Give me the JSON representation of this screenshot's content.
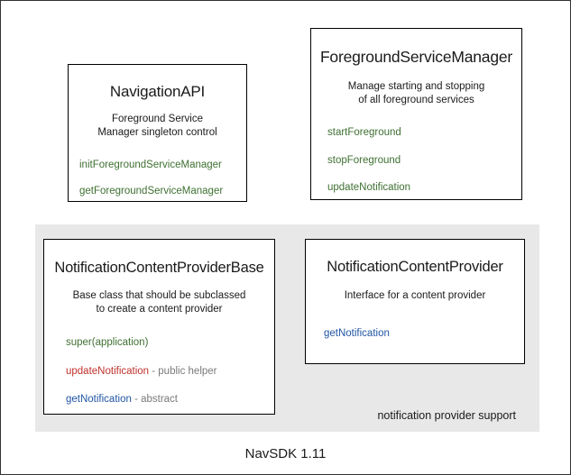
{
  "diagram": {
    "caption": "NavSDK 1.11",
    "boxes": {
      "navigation_api": {
        "title": "NavigationAPI",
        "description_line1": "Foreground Service",
        "description_line2": "Manager singleton control",
        "methods": [
          {
            "name": "initForegroundServiceManager",
            "color": "green",
            "note": ""
          },
          {
            "name": "getForegroundServiceManager",
            "color": "green",
            "note": ""
          }
        ]
      },
      "foreground_service_manager": {
        "title": "ForegroundServiceManager",
        "description_line1": "Manage starting and stopping",
        "description_line2": "of all foreground services",
        "methods": [
          {
            "name": "startForeground",
            "color": "green",
            "note": ""
          },
          {
            "name": "stopForeground",
            "color": "green",
            "note": ""
          },
          {
            "name": "updateNotification",
            "color": "green",
            "note": ""
          }
        ]
      },
      "notification_content_provider_base": {
        "title": "NotificationContentProviderBase",
        "description_line1": "Base class that should be subclassed",
        "description_line2": "to create a content provider",
        "methods": [
          {
            "name": "super(application)",
            "color": "green",
            "note": ""
          },
          {
            "name": "updateNotification",
            "color": "red",
            "note": " - public helper"
          },
          {
            "name": "getNotification",
            "color": "blue",
            "note": " - abstract"
          }
        ]
      },
      "notification_content_provider": {
        "title": "NotificationContentProvider",
        "description_line1": "Interface for a content provider",
        "description_line2": "",
        "methods": [
          {
            "name": "getNotification",
            "color": "blue",
            "note": ""
          }
        ]
      }
    },
    "groups": {
      "notification_provider_support": {
        "label": "notification provider support"
      }
    },
    "colors": {
      "green": "#3f7032",
      "red": "#c0322c",
      "blue": "#2255a4",
      "note_gray": "#7a7a7a",
      "panel_background": "#e8e8e8",
      "box_border": "#000000",
      "canvas_border": "#333333",
      "text": "#1a1a1a"
    }
  }
}
